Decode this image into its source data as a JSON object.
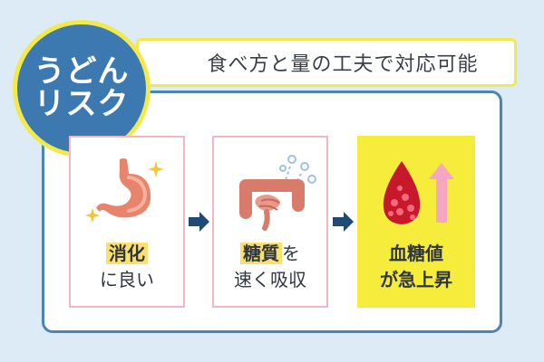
{
  "title": {
    "line1": "うどん",
    "line2": "リスク"
  },
  "subtitle": "食べ方と量の工夫で対応可能",
  "steps": [
    {
      "highlight": "消化",
      "text": "",
      "line2": "に良い",
      "icon": "stomach-icon"
    },
    {
      "highlight": "糖質",
      "text": "を",
      "line2": "速く吸収",
      "icon": "intestine-icon"
    },
    {
      "line1": "血糖値",
      "line2": "が急上昇",
      "icon": "blood-drop-icon"
    }
  ],
  "colors": {
    "background": "#dcebf6",
    "card_border": "#4e84b5",
    "badge": "#3d79b1",
    "accent_yellow": "#f2ea4d",
    "step_border": "#f4b6c4",
    "highlight": "#fbe16b",
    "arrow": "#1f4a78"
  }
}
